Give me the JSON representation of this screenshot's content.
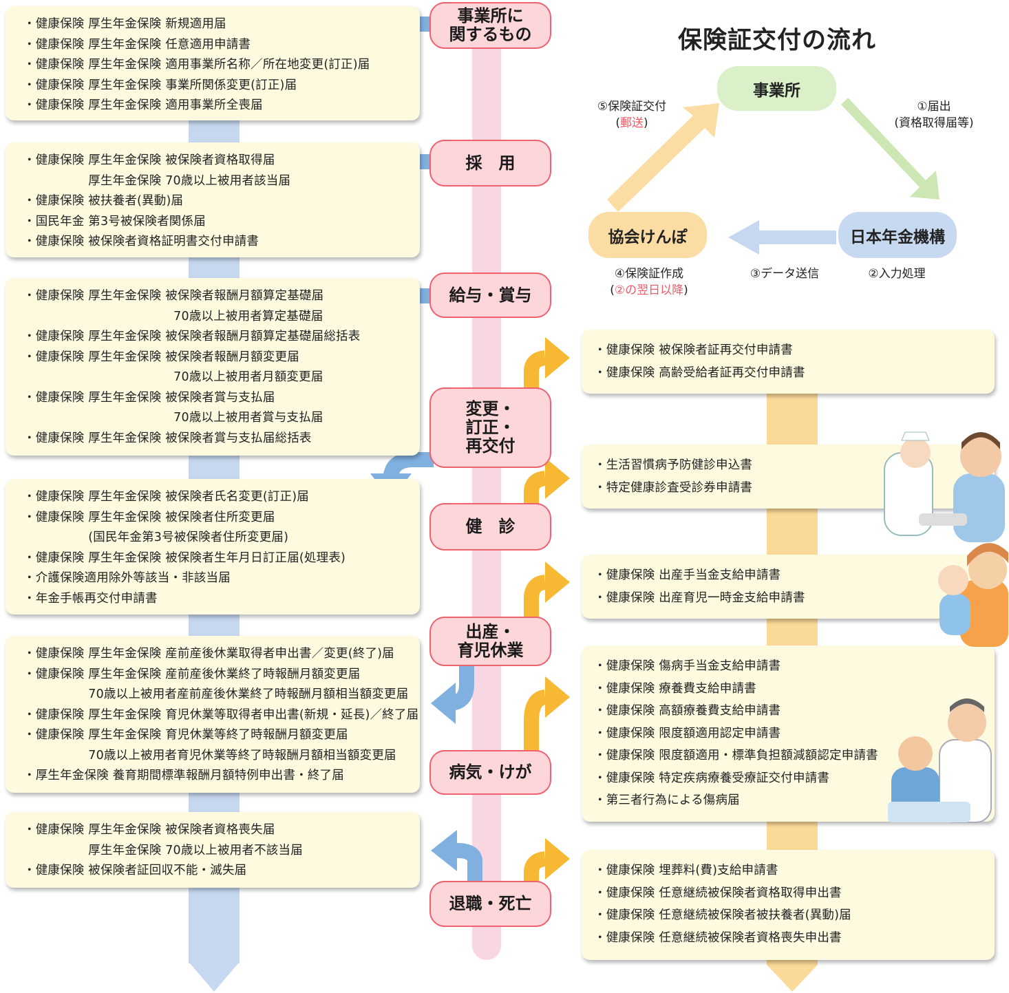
{
  "title": "保険証交付の流れ",
  "flow": {
    "node_office": "事業所",
    "node_pension": "日本年金機構",
    "node_kyokai": "協会けんぽ",
    "step1": "①届出",
    "step1_sub": "(資格取得届等)",
    "step2": "②入力処理",
    "step3": "③データ送信",
    "step4": "④保険証作成",
    "step4_sub_open": "(",
    "step4_sub_red": "②の翌日以降",
    "step4_sub_close": ")",
    "step5": "⑤保険証交付",
    "step5_sub_open": "(",
    "step5_sub_red": "郵送",
    "step5_sub_close": ")"
  },
  "categories": [
    "事業所に\n関するもの",
    "採　用",
    "給与・賞与",
    "変更・\n訂正・\n再交付",
    "健　診",
    "出産・\n育児休業",
    "病気・けが",
    "退職・死亡"
  ],
  "left_boxes": [
    [
      "・健康保険 厚生年金保険 新規適用届",
      "・健康保険 厚生年金保険 任意適用申請書",
      "・健康保険 厚生年金保険 適用事業所名称／所在地変更(訂正)届",
      "・健康保険 厚生年金保険 事業所関係変更(訂正)届",
      "・健康保険 厚生年金保険 適用事業所全喪届"
    ],
    [
      "・健康保険 厚生年金保険 被保険者資格取得届",
      "　　　　　 厚生年金保険 70歳以上被用者該当届",
      "・健康保険 被扶養者(異動)届",
      "・国民年金 第3号被保険者関係届",
      "・健康保険 被保険者資格証明書交付申請書"
    ],
    [
      "・健康保険 厚生年金保険 被保険者報酬月額算定基礎届",
      "　　　　　　　　　　　　 70歳以上被用者算定基礎届",
      "・健康保険 厚生年金保険 被保険者報酬月額算定基礎届総括表",
      "・健康保険 厚生年金保険 被保険者報酬月額変更届",
      "　　　　　　　　　　　　 70歳以上被用者月額変更届",
      "・健康保険 厚生年金保険 被保険者賞与支払届",
      "　　　　　　　　　　　　 70歳以上被用者賞与支払届",
      "・健康保険 厚生年金保険 被保険者賞与支払届総括表"
    ],
    [
      "・健康保険 厚生年金保険 被保険者氏名変更(訂正)届",
      "・健康保険 厚生年金保険 被保険者住所変更届",
      "　　　　　 (国民年金第3号被保険者住所変更届)",
      "・健康保険 厚生年金保険 被保険者生年月日訂正届(処理表)",
      "・介護保険適用除外等該当・非該当届",
      "・年金手帳再交付申請書"
    ],
    [
      "・健康保険 厚生年金保険 産前産後休業取得者申出書／変更(終了)届",
      "・健康保険 厚生年金保険 産前産後休業終了時報酬月額変更届",
      "　　　　　 70歳以上被用者産前産後休業終了時報酬月額相当額変更届",
      "・健康保険 厚生年金保険 育児休業等取得者申出書(新規・延長)／終了届",
      "・健康保険 厚生年金保険 育児休業等終了時報酬月額変更届",
      "　　　　　 70歳以上被用者育児休業等終了時報酬月額相当額変更届",
      "・厚生年金保険 養育期間標準報酬月額特例申出書・終了届"
    ],
    [
      "・健康保険 厚生年金保険 被保険者資格喪失届",
      "　　　　　 厚生年金保険 70歳以上被用者不該当届",
      "・健康保険 被保険者証回収不能・滅失届"
    ]
  ],
  "right_boxes": [
    [
      "・健康保険 被保険者証再交付申請書",
      "・健康保険 高齢受給者証再交付申請書"
    ],
    [
      "・生活習慣病予防健診申込書",
      "・特定健康診査受診券申請書"
    ],
    [
      "・健康保険 出産手当金支給申請書",
      "・健康保険 出産育児一時金支給申請書"
    ],
    [
      "・健康保険 傷病手当金支給申請書",
      "・健康保険 療養費支給申請書",
      "・健康保険 高額療養費支給申請書",
      "・健康保険 限度額適用認定申請書",
      "・健康保険 限度額適用・標準負担額減額認定申請書",
      "・健康保険 特定疾病療養受療証交付申請書",
      "・第三者行為による傷病届"
    ],
    [
      "・健康保険 埋葬料(費)支給申請書",
      "・健康保険 任意継続被保険者資格取得申出書",
      "・健康保険 任意継続被保険者被扶養者(異動)届",
      "・健康保険 任意継続被保険者資格喪失申出書"
    ]
  ],
  "colors": {
    "left_band": "#c6d8f0",
    "center_band": "#f8d6e2",
    "right_band": "#fbd998",
    "blue_arrow": "#7fb0e0",
    "orange_arrow": "#f7b934",
    "pill_fill": "#fcd6d8",
    "pill_border": "#f0606e",
    "box_fill": "#fdfae0",
    "node_office": "#d9f0c9",
    "node_pension": "#c6d9f0",
    "node_kyokai": "#fbdca3",
    "flow_green": "#cde7b4",
    "flow_blue": "#c6d8f0",
    "flow_orange": "#fbdca3",
    "accent_red": "#ef5a66"
  },
  "icons": [
    "nurse-patient-illustration",
    "mother-baby-illustration",
    "doctor-patient-illustration"
  ]
}
